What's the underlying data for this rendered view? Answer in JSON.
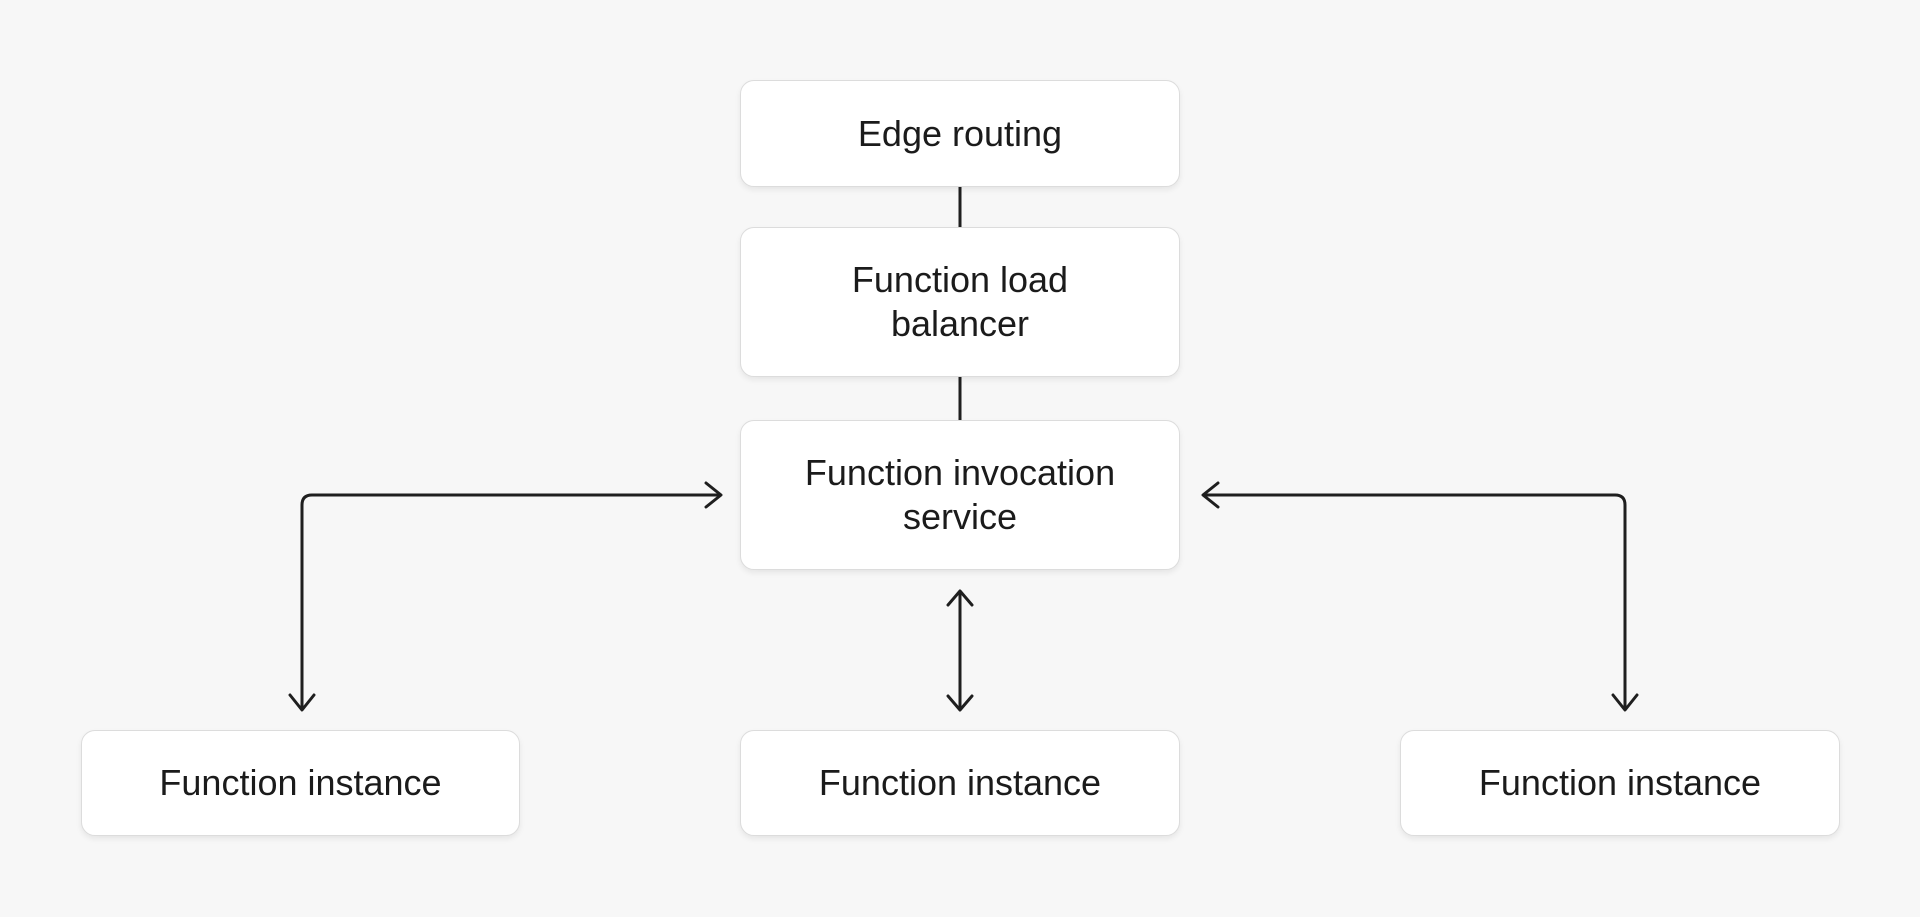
{
  "diagram": {
    "type": "flowchart",
    "description": "Serverless function routing architecture diagram"
  },
  "theme": {
    "bg": "#f7f7f7",
    "node-fill": "#ffffff",
    "node-border": "#dcdcdc",
    "text": "#1b1b1b",
    "line": "#1f1f1f"
  },
  "nodes": [
    {
      "id": "edge-routing",
      "label": "Edge routing"
    },
    {
      "id": "function-load-balancer",
      "label": "Function load balancer"
    },
    {
      "id": "function-invocation-service",
      "label": "Function invocation service"
    },
    {
      "id": "function-instance-left",
      "label": "Function instance"
    },
    {
      "id": "function-instance-middle",
      "label": "Function instance"
    },
    {
      "id": "function-instance-right",
      "label": "Function instance"
    }
  ],
  "edges": [
    {
      "from": "edge-routing",
      "to": "function-load-balancer",
      "shape": "straight",
      "arrows": "none"
    },
    {
      "from": "function-load-balancer",
      "to": "function-invocation-service",
      "shape": "straight",
      "arrows": "none"
    },
    {
      "from": "function-invocation-service",
      "to": "function-instance-left",
      "shape": "elbow",
      "arrows": "both"
    },
    {
      "from": "function-invocation-service",
      "to": "function-instance-middle",
      "shape": "straight",
      "arrows": "both"
    },
    {
      "from": "function-invocation-service",
      "to": "function-instance-right",
      "shape": "elbow",
      "arrows": "both"
    }
  ]
}
